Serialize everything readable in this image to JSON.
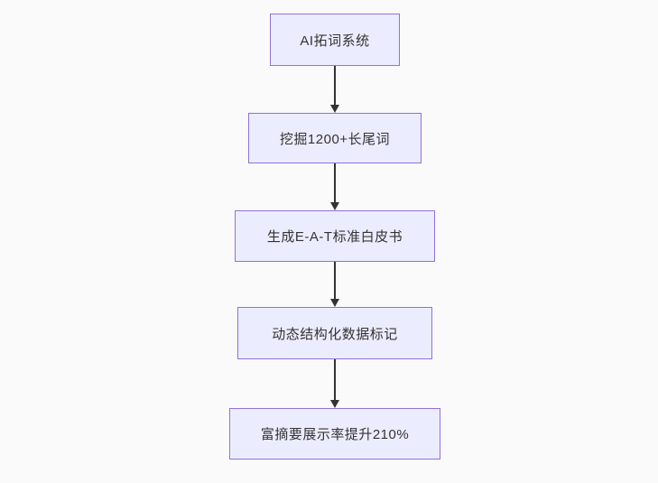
{
  "diagram": {
    "type": "flowchart",
    "direction": "top-down",
    "nodes": [
      {
        "id": "A",
        "label": "AI拓词系统"
      },
      {
        "id": "B",
        "label": "挖掘1200+长尾词"
      },
      {
        "id": "C",
        "label": "生成E-A-T标准白皮书"
      },
      {
        "id": "D",
        "label": "动态结构化数据标记"
      },
      {
        "id": "E",
        "label": "富摘要展示率提升210%"
      }
    ],
    "edges": [
      {
        "from": "A",
        "to": "B"
      },
      {
        "from": "B",
        "to": "C"
      },
      {
        "from": "C",
        "to": "D"
      },
      {
        "from": "D",
        "to": "E"
      }
    ],
    "colors": {
      "background": "#fafafa",
      "node_fill": "#ececff",
      "node_border": "#9370db",
      "text": "#333333",
      "arrow": "#333333"
    }
  }
}
